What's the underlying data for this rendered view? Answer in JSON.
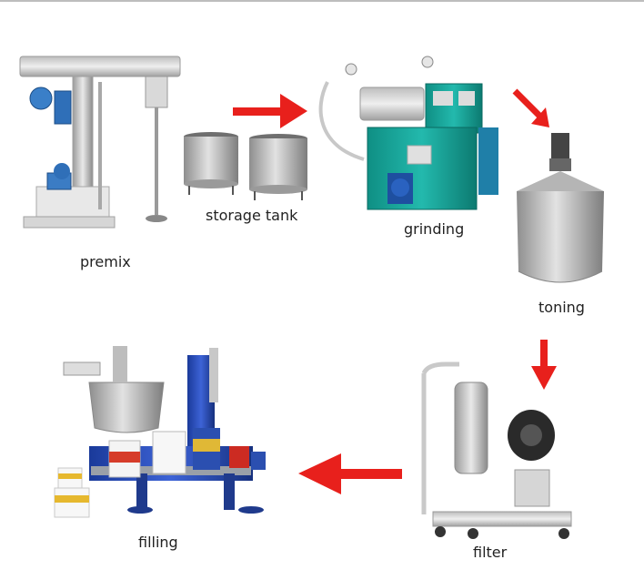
{
  "process": {
    "steps": [
      {
        "id": "premix",
        "label": "premix"
      },
      {
        "id": "storage-tank",
        "label": "storage tank"
      },
      {
        "id": "grinding",
        "label": "grinding"
      },
      {
        "id": "toning",
        "label": "toning"
      },
      {
        "id": "filter",
        "label": "filter"
      },
      {
        "id": "filling",
        "label": "filling"
      }
    ],
    "arrow_color": "#e8201c"
  }
}
